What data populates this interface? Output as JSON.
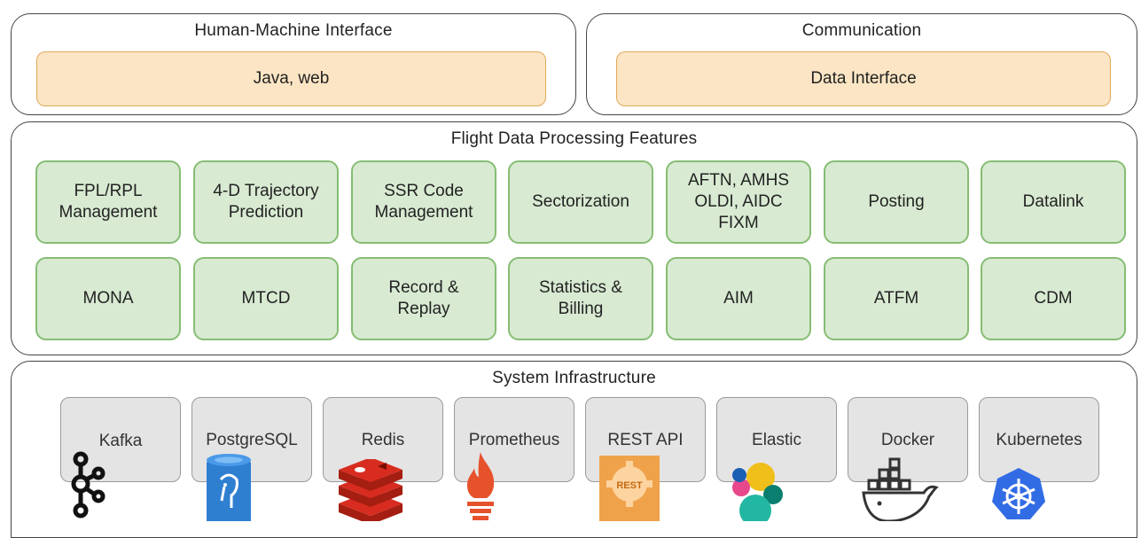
{
  "hmi": {
    "title": "Human-Machine Interface",
    "box": "Java, web"
  },
  "communication": {
    "title": "Communication",
    "box": "Data Interface"
  },
  "fdp": {
    "title": "Flight Data Processing Features",
    "row1": [
      "FPL/RPL\nManagement",
      "4-D Trajectory\nPrediction",
      "SSR Code\nManagement",
      "Sectorization",
      "AFTN, AMHS\nOLDI, AIDC\nFIXM",
      "Posting",
      "Datalink"
    ],
    "row2": [
      "MONA",
      "MTCD",
      "Record &\nReplay",
      "Statistics &\nBilling",
      "AIM",
      "ATFM",
      "CDM"
    ]
  },
  "infrastructure": {
    "title": "System Infrastructure",
    "items": [
      {
        "label": "Kafka",
        "icon": "kafka-icon"
      },
      {
        "label": "PostgreSQL",
        "icon": "postgresql-icon"
      },
      {
        "label": "Redis",
        "icon": "redis-icon"
      },
      {
        "label": "Prometheus",
        "icon": "prometheus-icon"
      },
      {
        "label": "REST API",
        "icon": "rest-api-icon",
        "icon_text": "REST"
      },
      {
        "label": "Elastic",
        "icon": "elastic-icon"
      },
      {
        "label": "Docker",
        "icon": "docker-icon"
      },
      {
        "label": "Kubernetes",
        "icon": "kubernetes-icon"
      }
    ]
  },
  "colors": {
    "feature_fill": "#d8ead2",
    "feature_border": "#86bd73",
    "accent_fill": "#fce5c4",
    "accent_border": "#e0a85a",
    "infra_fill": "#e4e4e4"
  }
}
